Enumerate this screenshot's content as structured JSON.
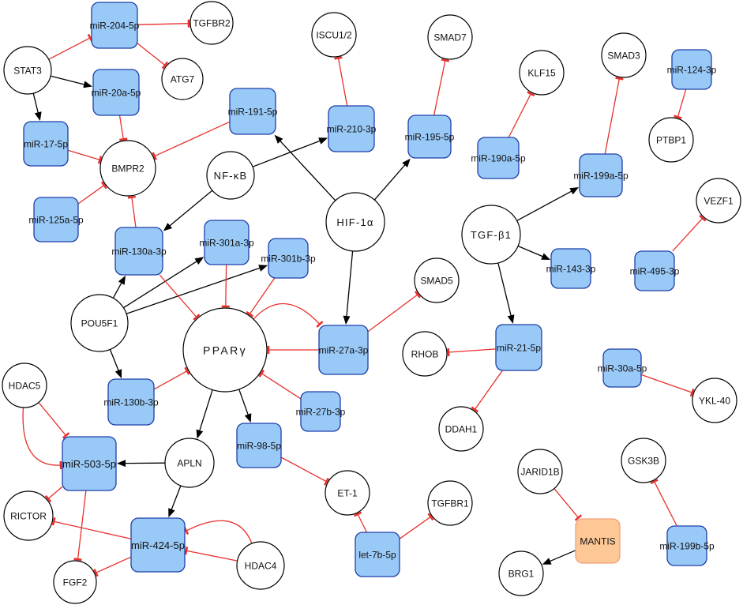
{
  "circle_nodes": [
    "STAT3",
    "ATG7",
    "TGFBR2",
    "BMPR2",
    "NF-κB",
    "HIF-1α",
    "ISCU1/2",
    "SMAD7",
    "KLF15",
    "SMAD3",
    "PTBP1",
    "VEZF1",
    "TGF-β1",
    "SMAD5",
    "POU5F1",
    "PPARγ",
    "HDAC5",
    "RHOB",
    "DDAH1",
    "YKL-40",
    "APLN",
    "ET-1",
    "RICTOR",
    "FGF2",
    "HDAC4",
    "TGFBR1",
    "JARID1B",
    "GSK3B",
    "BRG1"
  ],
  "blue_nodes": [
    "miR-204-5p",
    "miR-20a-5p",
    "miR-17-5p",
    "miR-125a-5p",
    "miR-130a-3p",
    "miR-191-5p",
    "miR-210-3p",
    "miR-195-5p",
    "miR-190a-5p",
    "miR-199a-5p",
    "miR-124-3p",
    "miR-301a-3p",
    "miR-301b-3p",
    "miR-143-3p",
    "miR-495-3p",
    "miR-27a-3p",
    "miR-21-5p",
    "miR-130b-3p",
    "miR-27b-3p",
    "miR-98-5p",
    "miR-30a-5p",
    "miR-503-5p",
    "miR-424-5p",
    "let-7b-5p",
    "miR-199b-5p"
  ],
  "orange_nodes": [
    "MANTIS"
  ],
  "activations": [
    [
      "STAT3",
      "miR-20a-5p"
    ],
    [
      "STAT3",
      "miR-17-5p"
    ],
    [
      "NF-κB",
      "miR-210-3p"
    ],
    [
      "NF-κB",
      "miR-130a-3p"
    ],
    [
      "HIF-1α",
      "miR-191-5p"
    ],
    [
      "HIF-1α",
      "miR-195-5p"
    ],
    [
      "HIF-1α",
      "miR-27a-3p"
    ],
    [
      "TGF-β1",
      "miR-199a-5p"
    ],
    [
      "TGF-β1",
      "miR-143-3p"
    ],
    [
      "TGF-β1",
      "miR-21-5p"
    ],
    [
      "POU5F1",
      "miR-130a-3p"
    ],
    [
      "POU5F1",
      "miR-301a-3p"
    ],
    [
      "POU5F1",
      "miR-301b-3p"
    ],
    [
      "POU5F1",
      "miR-130b-3p"
    ],
    [
      "PPARγ",
      "miR-98-5p"
    ],
    [
      "PPARγ",
      "APLN"
    ],
    [
      "APLN",
      "miR-503-5p"
    ],
    [
      "APLN",
      "miR-424-5p"
    ],
    [
      "MANTIS",
      "BRG1"
    ]
  ],
  "inhibitions": [
    [
      "STAT3",
      "miR-204-5p"
    ],
    [
      "miR-204-5p",
      "TGFBR2"
    ],
    [
      "miR-204-5p",
      "ATG7"
    ],
    [
      "miR-20a-5p",
      "BMPR2"
    ],
    [
      "miR-17-5p",
      "BMPR2"
    ],
    [
      "miR-125a-5p",
      "BMPR2"
    ],
    [
      "miR-130a-3p",
      "BMPR2"
    ],
    [
      "miR-191-5p",
      "BMPR2"
    ],
    [
      "miR-210-3p",
      "ISCU1/2"
    ],
    [
      "miR-195-5p",
      "SMAD7"
    ],
    [
      "miR-190a-5p",
      "KLF15"
    ],
    [
      "miR-199a-5p",
      "SMAD3"
    ],
    [
      "miR-124-3p",
      "PTBP1"
    ],
    [
      "miR-495-3p",
      "VEZF1"
    ],
    [
      "miR-21-5p",
      "RHOB"
    ],
    [
      "miR-21-5p",
      "DDAH1"
    ],
    [
      "miR-30a-5p",
      "YKL-40"
    ],
    [
      "miR-130a-3p",
      "PPARγ"
    ],
    [
      "miR-301a-3p",
      "PPARγ"
    ],
    [
      "miR-301b-3p",
      "PPARγ"
    ],
    [
      "miR-130b-3p",
      "PPARγ"
    ],
    [
      "miR-27a-3p",
      "PPARγ"
    ],
    [
      "PPARγ",
      "miR-27a-3p"
    ],
    [
      "miR-27a-3p",
      "SMAD5"
    ],
    [
      "miR-27b-3p",
      "PPARγ"
    ],
    [
      "miR-98-5p",
      "ET-1"
    ],
    [
      "let-7b-5p",
      "ET-1"
    ],
    [
      "let-7b-5p",
      "TGFBR1"
    ],
    [
      "HDAC5",
      "miR-503-5p"
    ],
    [
      "HDAC5",
      "miR-503-5p"
    ],
    [
      "miR-503-5p",
      "RICTOR"
    ],
    [
      "miR-503-5p",
      "FGF2"
    ],
    [
      "miR-424-5p",
      "RICTOR"
    ],
    [
      "miR-424-5p",
      "FGF2"
    ],
    [
      "HDAC4",
      "miR-424-5p"
    ],
    [
      "HDAC4",
      "miR-424-5p"
    ],
    [
      "JARID1B",
      "MANTIS"
    ],
    [
      "miR-199b-5p",
      "GSK3B"
    ]
  ],
  "colors": {
    "activation": "#000000",
    "inhibition": "#e8302c",
    "circle_stroke": "#000000",
    "blue_fill": "#99c9f7",
    "blue_stroke": "#1f3fa8",
    "orange_fill": "#fec896",
    "orange_stroke": "#f0a07a"
  }
}
